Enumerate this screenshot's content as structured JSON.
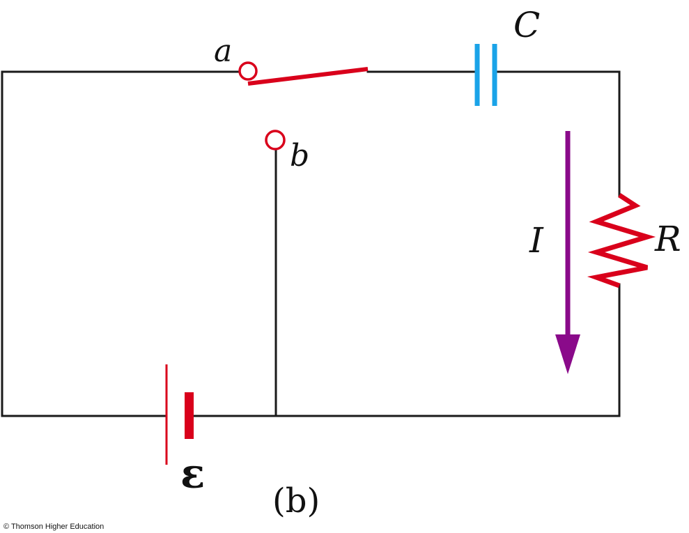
{
  "labels": {
    "node_a": "a",
    "node_b": "b",
    "capacitor": "C",
    "resistor": "R",
    "current": "I",
    "emf": "ε",
    "figure": "(b)"
  },
  "copyright": "© Thomson Higher Education",
  "colors": {
    "wire": "#1a1a1a",
    "switch": "#d9001b",
    "capacitor": "#1aa3e8",
    "resistor": "#d9001b",
    "current_arrow": "#8a0a8a",
    "battery": "#d9001b"
  },
  "switch_position": "a"
}
